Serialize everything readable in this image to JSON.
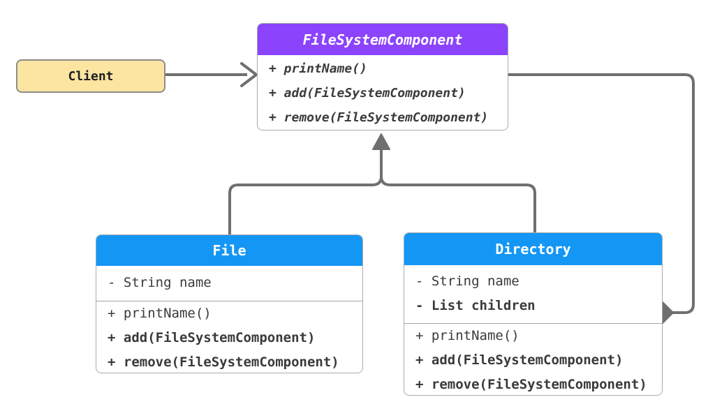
{
  "client": {
    "label": "Client"
  },
  "component": {
    "title": "FileSystemComponent",
    "methods": [
      "+ printName()",
      "+ add(FileSystemComponent)",
      "+ remove(FileSystemComponent)"
    ]
  },
  "file": {
    "title": "File",
    "attributes": [
      "- String name"
    ],
    "methods": [
      "+ printName()",
      "+ add(FileSystemComponent)",
      "+ remove(FileSystemComponent)"
    ]
  },
  "directory": {
    "title": "Directory",
    "attributes": [
      "- String name",
      "- List children"
    ],
    "methods": [
      "+ printName()",
      "+ add(FileSystemComponent)",
      "+ remove(FileSystemComponent)"
    ]
  },
  "colors": {
    "abstract_header": "#8B43FC",
    "concrete_header": "#1496F5",
    "client_fill": "#FCE4A1",
    "connector": "#6F6F6F"
  }
}
